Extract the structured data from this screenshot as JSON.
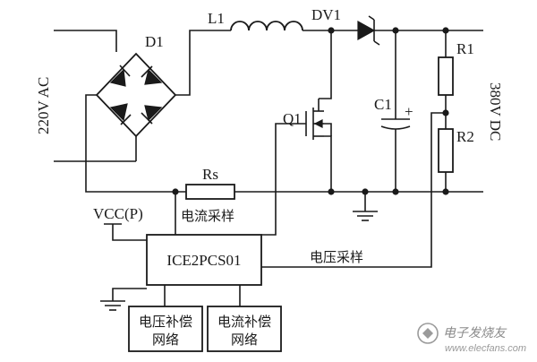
{
  "labels": {
    "input_voltage": "220V AC",
    "output_voltage": "380V DC",
    "bridge": "D1",
    "inductor": "L1",
    "boost_diode": "DV1",
    "mosfet": "Q1",
    "capacitor": "C1",
    "cap_polarity": "+",
    "resistor_top": "R1",
    "resistor_bottom": "R2",
    "sense_resistor": "Rs",
    "vcc": "VCC(P)",
    "controller": "ICE2PCS01",
    "current_sampling": "电流采样",
    "voltage_sampling": "电压采样",
    "voltage_comp_line1": "电压补偿",
    "voltage_comp_line2": "网络",
    "current_comp_line1": "电流补偿",
    "current_comp_line2": "网络"
  },
  "watermark": {
    "text": "电子发烧友",
    "url": "www.elecfans.com"
  }
}
